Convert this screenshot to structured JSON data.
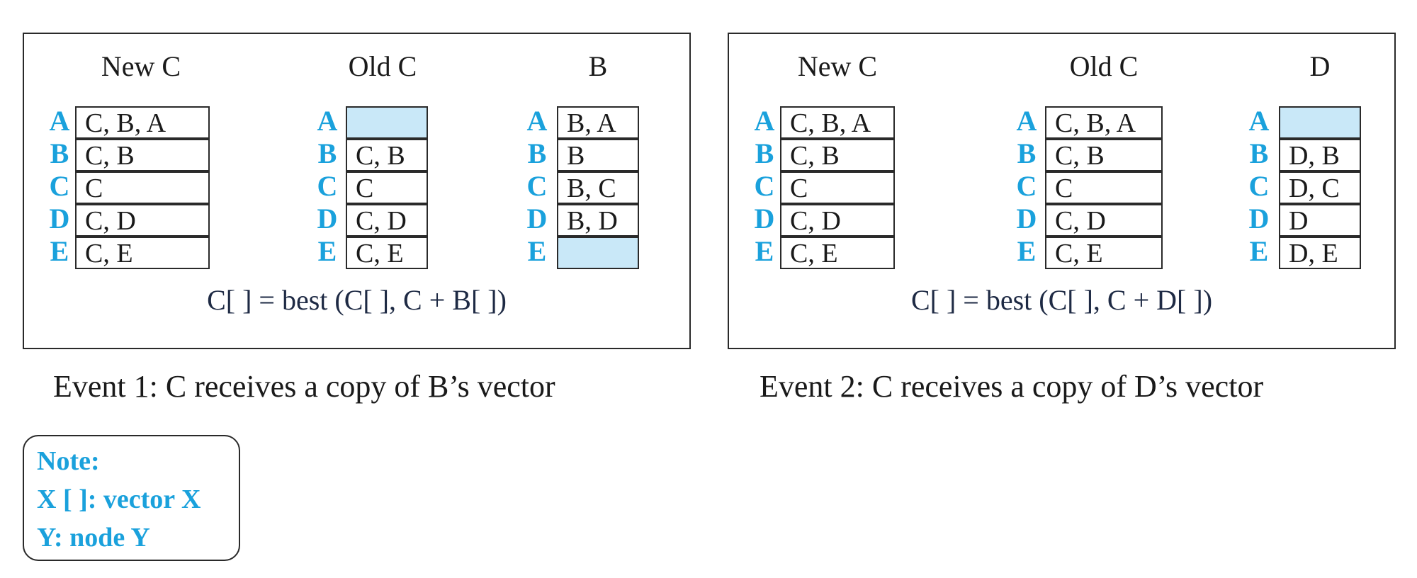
{
  "panels": [
    {
      "tables": [
        {
          "title": "New C",
          "rows": [
            [
              "A",
              "C, B, A"
            ],
            [
              "B",
              "C, B"
            ],
            [
              "C",
              "C"
            ],
            [
              "D",
              "C, D"
            ],
            [
              "E",
              "C, E"
            ]
          ]
        },
        {
          "title": "Old C",
          "rows": [
            [
              "A",
              ""
            ],
            [
              "B",
              "C, B"
            ],
            [
              "C",
              "C"
            ],
            [
              "D",
              "C, D"
            ],
            [
              "E",
              "C, E"
            ]
          ]
        },
        {
          "title": "B",
          "rows": [
            [
              "A",
              "B, A"
            ],
            [
              "B",
              "B"
            ],
            [
              "C",
              "B, C"
            ],
            [
              "D",
              "B, D"
            ],
            [
              "E",
              ""
            ]
          ]
        }
      ],
      "formula": "C[ ] = best (C[ ], C + B[ ])",
      "caption": "Event 1: C receives a copy of B’s vector"
    },
    {
      "tables": [
        {
          "title": "New C",
          "rows": [
            [
              "A",
              "C, B, A"
            ],
            [
              "B",
              "C, B"
            ],
            [
              "C",
              "C"
            ],
            [
              "D",
              "C, D"
            ],
            [
              "E",
              "C, E"
            ]
          ]
        },
        {
          "title": "Old C",
          "rows": [
            [
              "A",
              "C, B, A"
            ],
            [
              "B",
              "C, B"
            ],
            [
              "C",
              "C"
            ],
            [
              "D",
              "C, D"
            ],
            [
              "E",
              "C, E"
            ]
          ]
        },
        {
          "title": "D",
          "rows": [
            [
              "A",
              ""
            ],
            [
              "B",
              "D, B"
            ],
            [
              "C",
              "D, C"
            ],
            [
              "D",
              "D"
            ],
            [
              "E",
              "D, E"
            ]
          ]
        }
      ],
      "formula": "C[ ] = best (C[ ], C + D[ ])",
      "caption": "Event 2: C receives a copy of D’s vector"
    }
  ],
  "note": {
    "line1": "Note:",
    "line2": "X [ ]: vector X",
    "line3": "Y: node Y"
  },
  "colors": {
    "label_blue": "#1aa1dc",
    "empty_cell": "#c9e8f8",
    "border": "#2a2a2a"
  }
}
